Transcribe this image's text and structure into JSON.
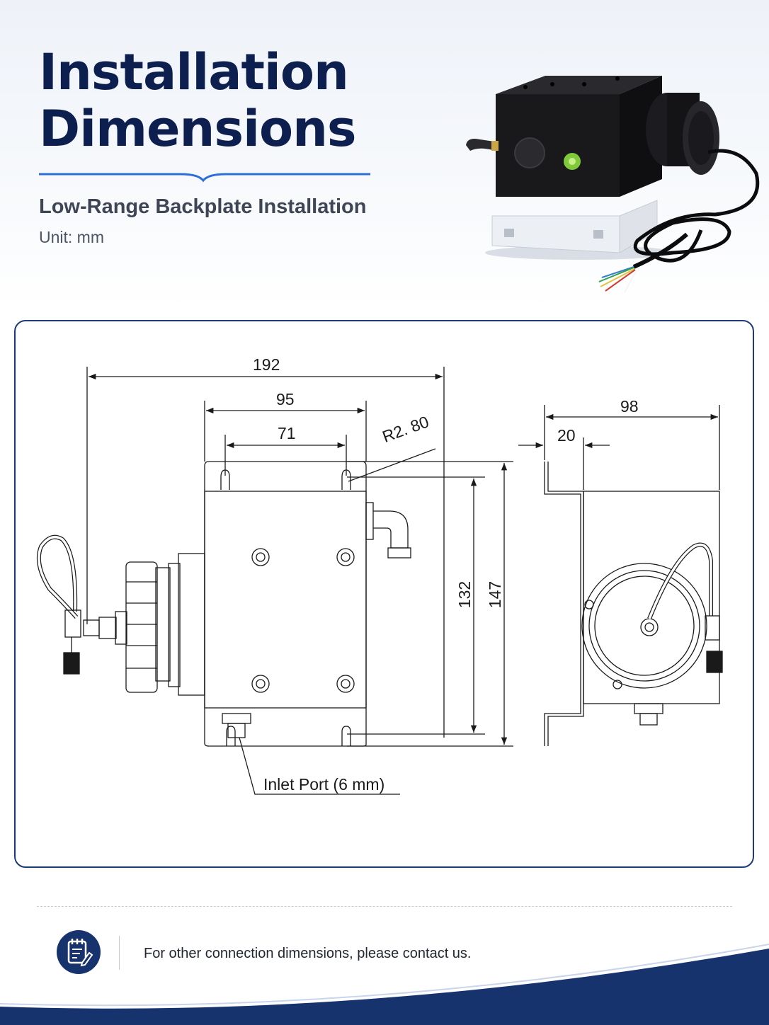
{
  "header": {
    "title_line1": "Installation",
    "title_line2": "Dimensions",
    "subtitle": "Low-Range Backplate Installation",
    "unit": "Unit: mm"
  },
  "diagram": {
    "dimensions": {
      "overall_width": "192",
      "plate_width": "95",
      "hole_spacing": "71",
      "slot_radius": "R2. 80",
      "side_depth": "98",
      "side_offset": "20",
      "body_height": "132",
      "plate_height": "147"
    },
    "inlet_label": "Inlet Port (6 mm)"
  },
  "footer": {
    "note": "For other connection dimensions, please contact us."
  },
  "colors": {
    "title": "#0c1f4f",
    "accent_blue": "#2b6fd6",
    "frame": "#1d3a7a",
    "footer_wave": "#17336e"
  },
  "icons": [
    "notepad-pen-icon"
  ]
}
